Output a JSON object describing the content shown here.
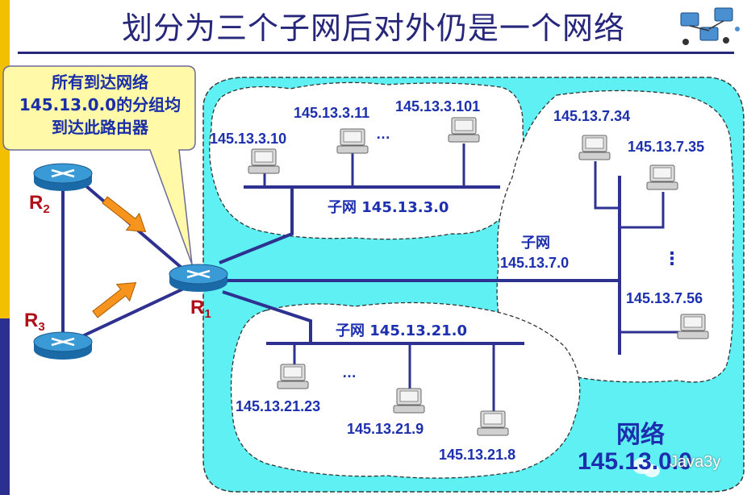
{
  "title": "划分为三个子网后对外仍是一个网络",
  "callout": {
    "line1": "所有到达网络",
    "line2": "145.13.0.0的分组均",
    "line3": "到达此路由器"
  },
  "routers": {
    "r1": {
      "letter": "R",
      "num": "1"
    },
    "r2": {
      "letter": "R",
      "num": "2"
    },
    "r3": {
      "letter": "R",
      "num": "3"
    }
  },
  "subnet3": {
    "label": "子网 145.13.3.0",
    "hosts": [
      "145.13.3.10",
      "145.13.3.11",
      "145.13.3.101"
    ],
    "ellipsis": "…"
  },
  "subnet7": {
    "label_line1": "子网",
    "label_line2": "145.13.7.0",
    "hosts": [
      "145.13.7.34",
      "145.13.7.35",
      "145.13.7.56"
    ],
    "ellipsis": "⋮"
  },
  "subnet21": {
    "label": "子网 145.13.21.0",
    "hosts": [
      "145.13.21.23",
      "145.13.21.9",
      "145.13.21.8"
    ],
    "ellipsis": "…"
  },
  "network": {
    "name": "网络",
    "address": "145.13.0.0"
  },
  "watermark": "Java3y",
  "colors": {
    "network_fill": "#5ef0f2",
    "subnet_fill": "#ffffff",
    "link": "#2e318f",
    "label": "#1c2fae",
    "router_label": "#b0101a",
    "arrow": "#f7941d",
    "callout_fill": "#fff9a8"
  }
}
